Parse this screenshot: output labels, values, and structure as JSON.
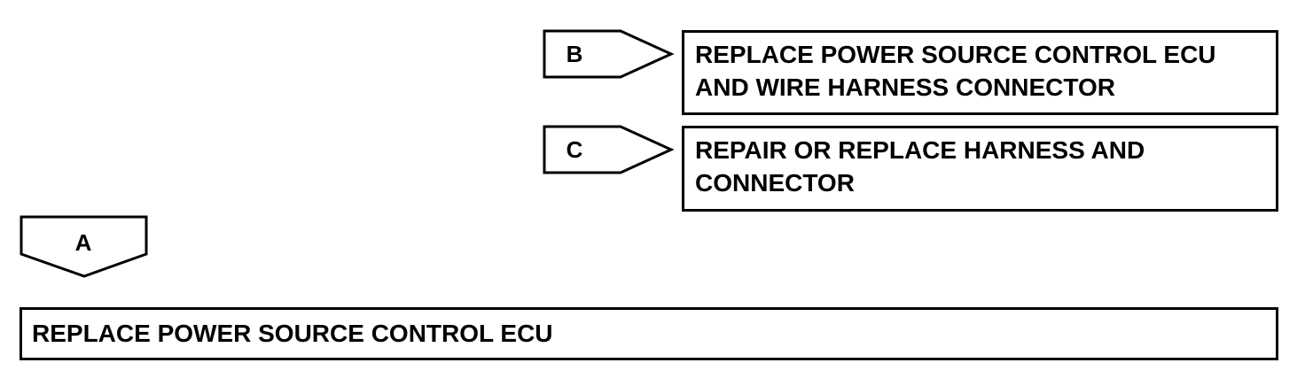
{
  "branches": {
    "b": {
      "label": "B",
      "result": "REPLACE POWER SOURCE CONTROL ECU\nAND WIRE HARNESS CONNECTOR"
    },
    "c": {
      "label": "C",
      "result": "REPAIR OR REPLACE HARNESS AND\nCONNECTOR"
    },
    "a": {
      "label": "A",
      "result": "REPLACE POWER SOURCE CONTROL ECU"
    }
  }
}
